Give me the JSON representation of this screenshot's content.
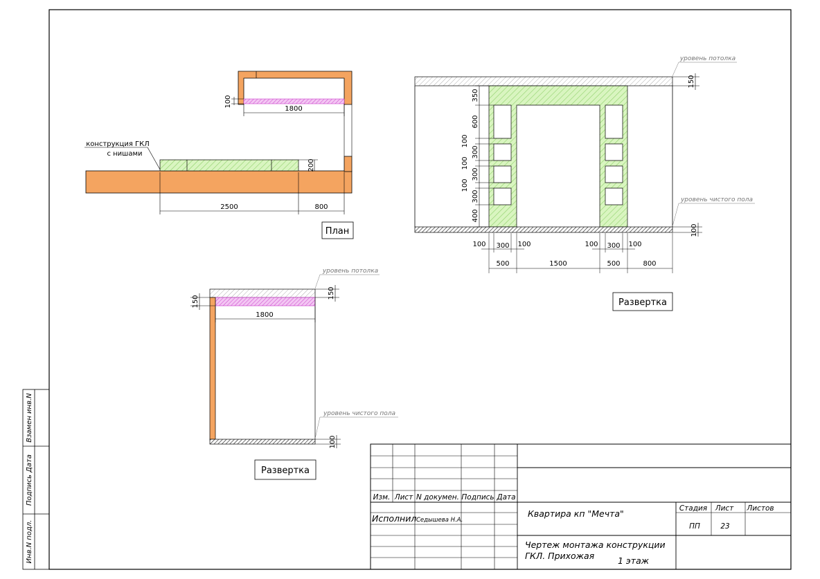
{
  "plan": {
    "label": "План",
    "gkl_label_line1": "конструкция ГКЛ",
    "gkl_label_line2": "с нишами",
    "dims": {
      "d100": "100",
      "d1800": "1800",
      "d200": "200",
      "d2500": "2500",
      "d800": "800"
    }
  },
  "elevation_right": {
    "label": "Развертка",
    "ceiling_level": "уровень потолка",
    "floor_level": "уровень чистого пола",
    "dims": {
      "ceiling_thk": "150",
      "floor_thk": "100",
      "v350": "350",
      "v600": "600",
      "v100a": "100",
      "v300a": "300",
      "v100b": "100",
      "v300b": "300",
      "v100c": "100",
      "v300c": "300",
      "v400": "400",
      "h100a": "100",
      "h300a": "300",
      "h100b": "100",
      "h100c": "100",
      "h300b": "300",
      "h100d": "100",
      "h500a": "500",
      "h1500": "1500",
      "h500b": "500",
      "h800": "800"
    }
  },
  "elevation_left": {
    "label": "Развертка",
    "ceiling_level": "уровень потолка",
    "floor_level": "уровень чистого пола",
    "dims": {
      "left150": "150",
      "right150": "150",
      "w1800": "1800",
      "floor100": "100"
    }
  },
  "side_stamp": {
    "cell1": "Взамен инв.N",
    "cell2": "Подпись Дата",
    "cell3": "Инв.N подл."
  },
  "title_block": {
    "headers": {
      "izm": "Изм.",
      "list": "Лист",
      "ndoc": "N докумен.",
      "podpis": "Подпись",
      "data": "Дата"
    },
    "performer_role": "Исполнил",
    "performer_name": "Седышева Н.А.",
    "project": "Квартира кп \"Мечта\"",
    "stage_label": "Стадия",
    "sheet_label": "Лист",
    "sheets_label": "Листов",
    "stage_value": "ПП",
    "sheet_value": "23",
    "drawing_title_line1": "Чертеж монтажа конструкции",
    "drawing_title_line2": "ГКЛ. Прихожая",
    "floor": "1 этаж"
  },
  "colors": {
    "wall": "#f4a460",
    "gkl_fill": "#d9f5c0",
    "gkl_hatch": "#8fd16a",
    "magenta": "#cc44cc",
    "gray_label": "#777777"
  }
}
